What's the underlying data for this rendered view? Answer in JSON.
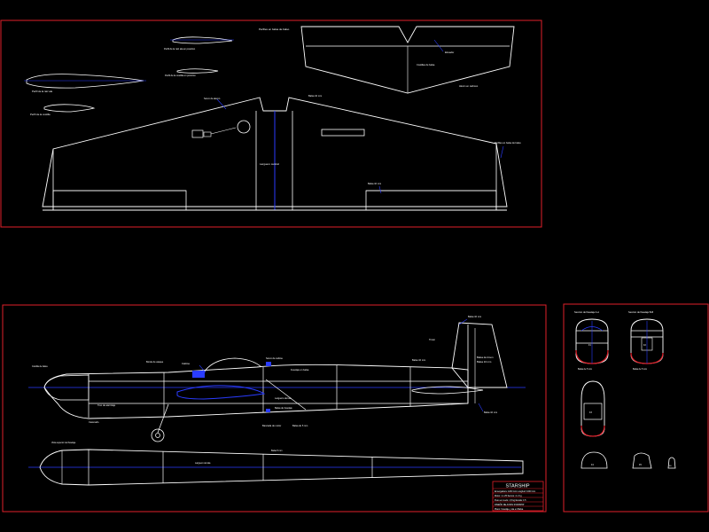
{
  "colors": {
    "background": "#000000",
    "frame": "#e0202a",
    "outline": "#ffffff",
    "centerline": "#2a3cff",
    "leader": "#2a3cff",
    "text": "#ffffff"
  },
  "top_panel": {
    "annotations": {
      "aileron_label": "Perfiles en balsa de balso",
      "airfoil_small": "Perfil de la raiz ala en posicion",
      "airfoil_root": "Perfil de la raiz ala",
      "airfoil_mid": "Perfil de la costilla en posicion",
      "airfoil_tip": "Perfil de la costilla",
      "servo_label": "Servo de aleron",
      "aileron_cut": "Aleron en carbono",
      "elevator_label": "Elevador",
      "tail_note": "Costillas de balsa",
      "center_label": "Balsa 10 mm",
      "spar_label": "Larguero central",
      "tip_label": "Perfiles en balsa de balso",
      "bottom_label": "Balsa 10 mm"
    }
  },
  "side_panel": {
    "annotations": {
      "fin_top": "Balsa 10 mm",
      "rudder_label": "Timon",
      "canopy_label": "Cabina",
      "cockpit_label": "Servo de cabina",
      "wing_root": "Borde de ataque",
      "ribs_label": "Costilla de balsa",
      "fuselage_note": "Fuselaje en balsa",
      "fin_note": "Balsa de timon",
      "fin_note2": "Balsa 10 mm",
      "wheel_note": "Tren de aterrizaje",
      "lower_note": "Balsa de fuselaje",
      "lower_note2": "Balsa de 5 mm",
      "spinner_note": "Carenado",
      "motor_note": "Bancada de motor",
      "fin_bottom": "Balsa 10 mm",
      "wing_spar": "Larguero del ala",
      "top_view_note": "Vista superior del fuselaje",
      "top_view_note2": "Balsa 5 mm"
    }
  },
  "title_block": {
    "title": "STARSHIP",
    "line1": "Envergadura: 1200 mm  Longitud: 1000 mm",
    "line2": "Motor: 1 x 25   Servos: 4 x 9 g",
    "line3": "Peso en vuelo: 1,5 kg  Escala: 1:5",
    "line4": "DISEÑO DE AVION STARSHIP",
    "line5": "Plano: Fuselaje y ala en Balsa"
  },
  "detail_panel": {
    "section_a": "Seccion del fuselaje A-A",
    "section_b": "Seccion del fuselaje B-B",
    "section_a_note": "Balsa de 5 mm",
    "section_b_note": "Balsa de 5 mm",
    "rib_label_1": "F1",
    "rib_label_2": "F2",
    "canopy_plan_label": "F3",
    "small_1": "F4",
    "small_2": "F5",
    "small_3": "F6"
  }
}
